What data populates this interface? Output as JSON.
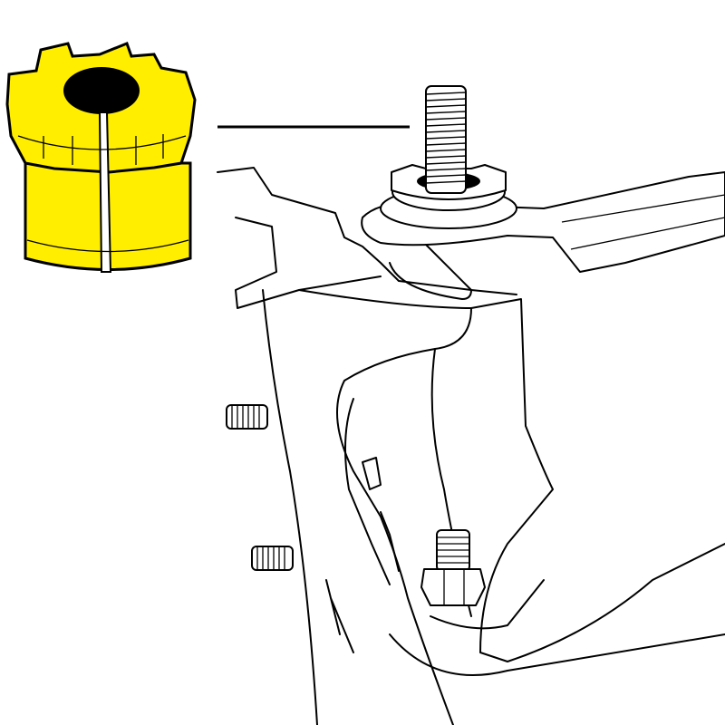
{
  "colors": {
    "background": "#ffffff",
    "line": "#000000",
    "bushing_fill": "#ffee00",
    "bushing_shade": "#d9c800"
  },
  "parts": [
    "camber-bushing",
    "upper-ball-joint-stud",
    "adjusting-nut",
    "upper-control-arm",
    "steering-knuckle",
    "wheel-studs",
    "lower-bolt"
  ]
}
